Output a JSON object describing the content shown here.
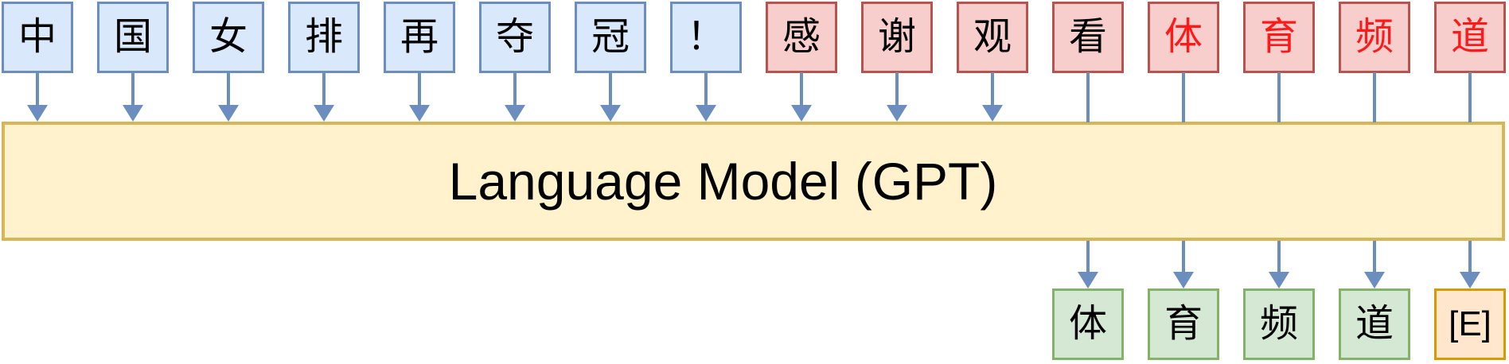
{
  "diagram": {
    "model_label": "Language Model (GPT)",
    "input_tokens": [
      {
        "char": "中",
        "box": "blue",
        "text_color": "black",
        "arrow_into_model": true
      },
      {
        "char": "国",
        "box": "blue",
        "text_color": "black",
        "arrow_into_model": true
      },
      {
        "char": "女",
        "box": "blue",
        "text_color": "black",
        "arrow_into_model": true
      },
      {
        "char": "排",
        "box": "blue",
        "text_color": "black",
        "arrow_into_model": true
      },
      {
        "char": "再",
        "box": "blue",
        "text_color": "black",
        "arrow_into_model": true
      },
      {
        "char": "夺",
        "box": "blue",
        "text_color": "black",
        "arrow_into_model": true
      },
      {
        "char": "冠",
        "box": "blue",
        "text_color": "black",
        "arrow_into_model": true
      },
      {
        "char": "！",
        "box": "blue",
        "text_color": "black",
        "arrow_into_model": true
      },
      {
        "char": "感",
        "box": "pink",
        "text_color": "black",
        "arrow_into_model": true
      },
      {
        "char": "谢",
        "box": "pink",
        "text_color": "black",
        "arrow_into_model": true
      },
      {
        "char": "观",
        "box": "pink",
        "text_color": "black",
        "arrow_into_model": true
      },
      {
        "char": "看",
        "box": "pink",
        "text_color": "black",
        "arrow_into_model": false
      },
      {
        "char": "体",
        "box": "pink",
        "text_color": "red",
        "arrow_into_model": false
      },
      {
        "char": "育",
        "box": "pink",
        "text_color": "red",
        "arrow_into_model": false
      },
      {
        "char": "频",
        "box": "pink",
        "text_color": "red",
        "arrow_into_model": false
      },
      {
        "char": "道",
        "box": "pink",
        "text_color": "red",
        "arrow_into_model": false
      }
    ],
    "output_tokens": [
      {
        "char": "体",
        "box": "green"
      },
      {
        "char": "育",
        "box": "green"
      },
      {
        "char": "频",
        "box": "green"
      },
      {
        "char": "道",
        "box": "green"
      },
      {
        "char": "[E]",
        "box": "orange"
      }
    ],
    "output_alignment_start_index": 11,
    "colors": {
      "blue_fill": "#dae8fc",
      "blue_border": "#6c8ebf",
      "pink_fill": "#f8cecc",
      "pink_border": "#b85450",
      "green_fill": "#d5e8d4",
      "green_border": "#82b366",
      "orange_fill": "#ffe6cc",
      "orange_border": "#d79b00",
      "model_fill": "#fff2cc",
      "model_border": "#d6b656",
      "arrow": "#6c8ebf",
      "red_text": "#ff1a1a",
      "black_text": "#000000"
    }
  }
}
